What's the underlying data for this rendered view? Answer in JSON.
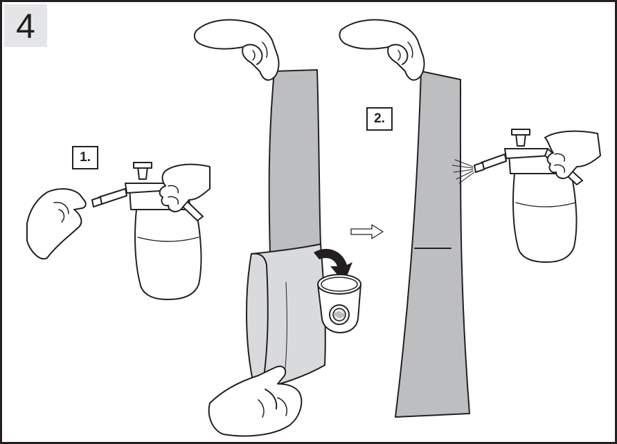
{
  "step": {
    "number": "4"
  },
  "labels": {
    "first": "1.",
    "second": "2."
  },
  "colors": {
    "line": "#231f20",
    "strip": "#bcbec0",
    "strip_folded": "#d9dadb",
    "step_box": "#e4e5e6",
    "arrow_fill": "#999b9e"
  }
}
